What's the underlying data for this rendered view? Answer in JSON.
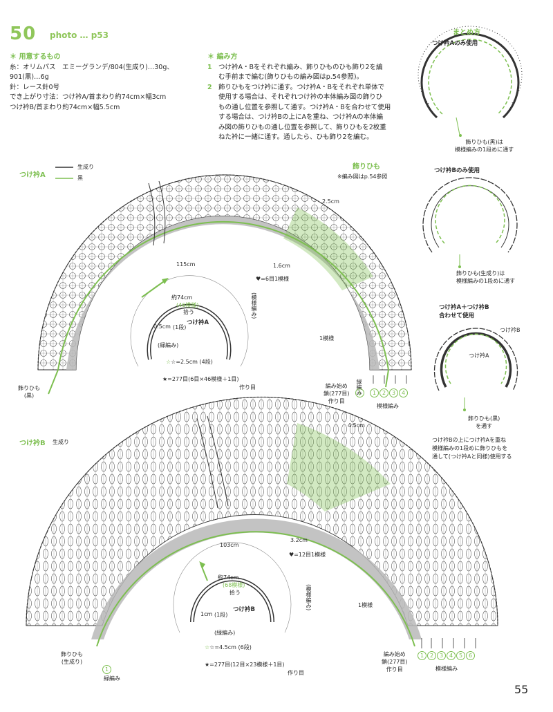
{
  "header": {
    "number": "50",
    "photo": "photo … p53"
  },
  "materials": {
    "title": "＊ 用意するもの",
    "line1": "糸：オリムパス　エミーグランデ/804(生成り)…30g、",
    "line2": "901(黒)…6g",
    "line3": "針：レース針0号",
    "line4": "でき上がり寸法：つけ衿A/首まわり約74cm×幅3cm",
    "line5": "つけ衿B/首まわり約74cm×幅5.5cm"
  },
  "method": {
    "title": "＊ 編み方",
    "step1_num": "1",
    "step1_l1": "つけ衿A・Bをそれぞれ編み、飾りひものひも飾り2を編",
    "step1_l2": "む手前まで編む(飾りひもの編み図はp.54参照)。",
    "step2_num": "2",
    "step2_l1": "飾りひもをつけ衿に通す。つけ衿A・Bをそれぞれ単体で",
    "step2_l2": "使用する場合は、それぞれつけ衿の本体編み図の飾りひ",
    "step2_l3": "もの通し位置を参照して通す。つけ衿A・Bを合わせて使用",
    "step2_l4": "する場合は、つけ衿Bの上にAを重ね、つけ衿Aの本体編",
    "step2_l5": "み図の飾りひもの通し位置を参照して、飾りひもを2枚重",
    "step2_l6": "ねた衿に一緒に通す。通したら、ひも飾り2を編む。"
  },
  "summary": {
    "title": "まとめ方",
    "a_title": "つけ衿Aのみ使用",
    "a_note1": "飾りひも(黒)は",
    "a_note2": "模様編みの1段めに通す",
    "b_title": "つけ衿Bのみ使用",
    "b_note1": "飾りひも(生成り)は",
    "b_note2": "模様編みの1段めに通す",
    "ab_title1": "つけ衿A＋つけ衿B",
    "ab_title2": "合わせて使用",
    "ab_label_b": "つけ衿B",
    "ab_label_a": "つけ衿A",
    "ab_note1": "飾りひも(黒)",
    "ab_note2": "を通す",
    "ab_desc1": "つけ衿Bの上につけ衿Aを重ね",
    "ab_desc2": "模様編みの1段めに飾りひもを",
    "ab_desc3": "通して(つけ衿Aと同様)使用する"
  },
  "collarA": {
    "title": "つけ衿A",
    "legend1": "生成り",
    "legend2": "黒",
    "cord_title": "飾りひも",
    "cord_ref": "※編み図はp.54参照",
    "dim_width": "2.5cm",
    "dim_16": "1.6cm",
    "heart": "♥=6目1模様",
    "len115": "115cm",
    "neck": "約74cm",
    "neck_sub1": "(46模様)",
    "neck_sub2": "拾う",
    "pattern": "(模様編み)",
    "center": "つけ衿A",
    "edge": "0.5cm",
    "edge_rows": "(1段)",
    "edge_stitch": "(緑編み)",
    "star1": "☆=2.5cm",
    "star1_rows": "(4段)",
    "star2": "★=277目(6目×46模様＋1目)",
    "star2_sub": "作り目",
    "one_repeat": "1模様",
    "cord_label1": "飾りひも",
    "cord_label2": "(黒)",
    "start1": "編み始め",
    "start2": "鎖(277目)",
    "start3": "作り目",
    "side_label": "緑編み",
    "rows_label": "模様編み",
    "rows": [
      "1",
      "2",
      "3",
      "4"
    ],
    "row0": "1"
  },
  "collarB": {
    "title": "つけ衿B",
    "legend": "生成り",
    "dim_width": "4.5cm",
    "dim_32": "3.2cm",
    "heart": "♥=12目1模様",
    "len103": "103cm",
    "neck": "約74cm",
    "neck_sub1": "(68模様)",
    "neck_sub2": "拾う",
    "pattern": "(模様編み)",
    "center": "つけ衿B",
    "edge": "1cm",
    "edge_rows": "(1段)",
    "edge_stitch": "(緑編み)",
    "star1": "☆=4.5cm",
    "star1_rows": "(6段)",
    "star2": "★=277目(12目×23模様＋1目)",
    "star2_sub": "作り目",
    "one_repeat": "1模様",
    "cord_label1": "飾りひも",
    "cord_label2": "(生成り)",
    "start1": "編み始め",
    "start2": "鎖(277目)",
    "start3": "作り目",
    "side_label": "緑編み",
    "rows_label": "模様編み",
    "rows": [
      "1",
      "2",
      "3",
      "4",
      "5",
      "6"
    ],
    "row0": "1"
  },
  "page_number": "55",
  "colors": {
    "accent_green": "#7dbf50",
    "gray_band": "#b8b8b8",
    "ink": "#2a2a2a"
  }
}
